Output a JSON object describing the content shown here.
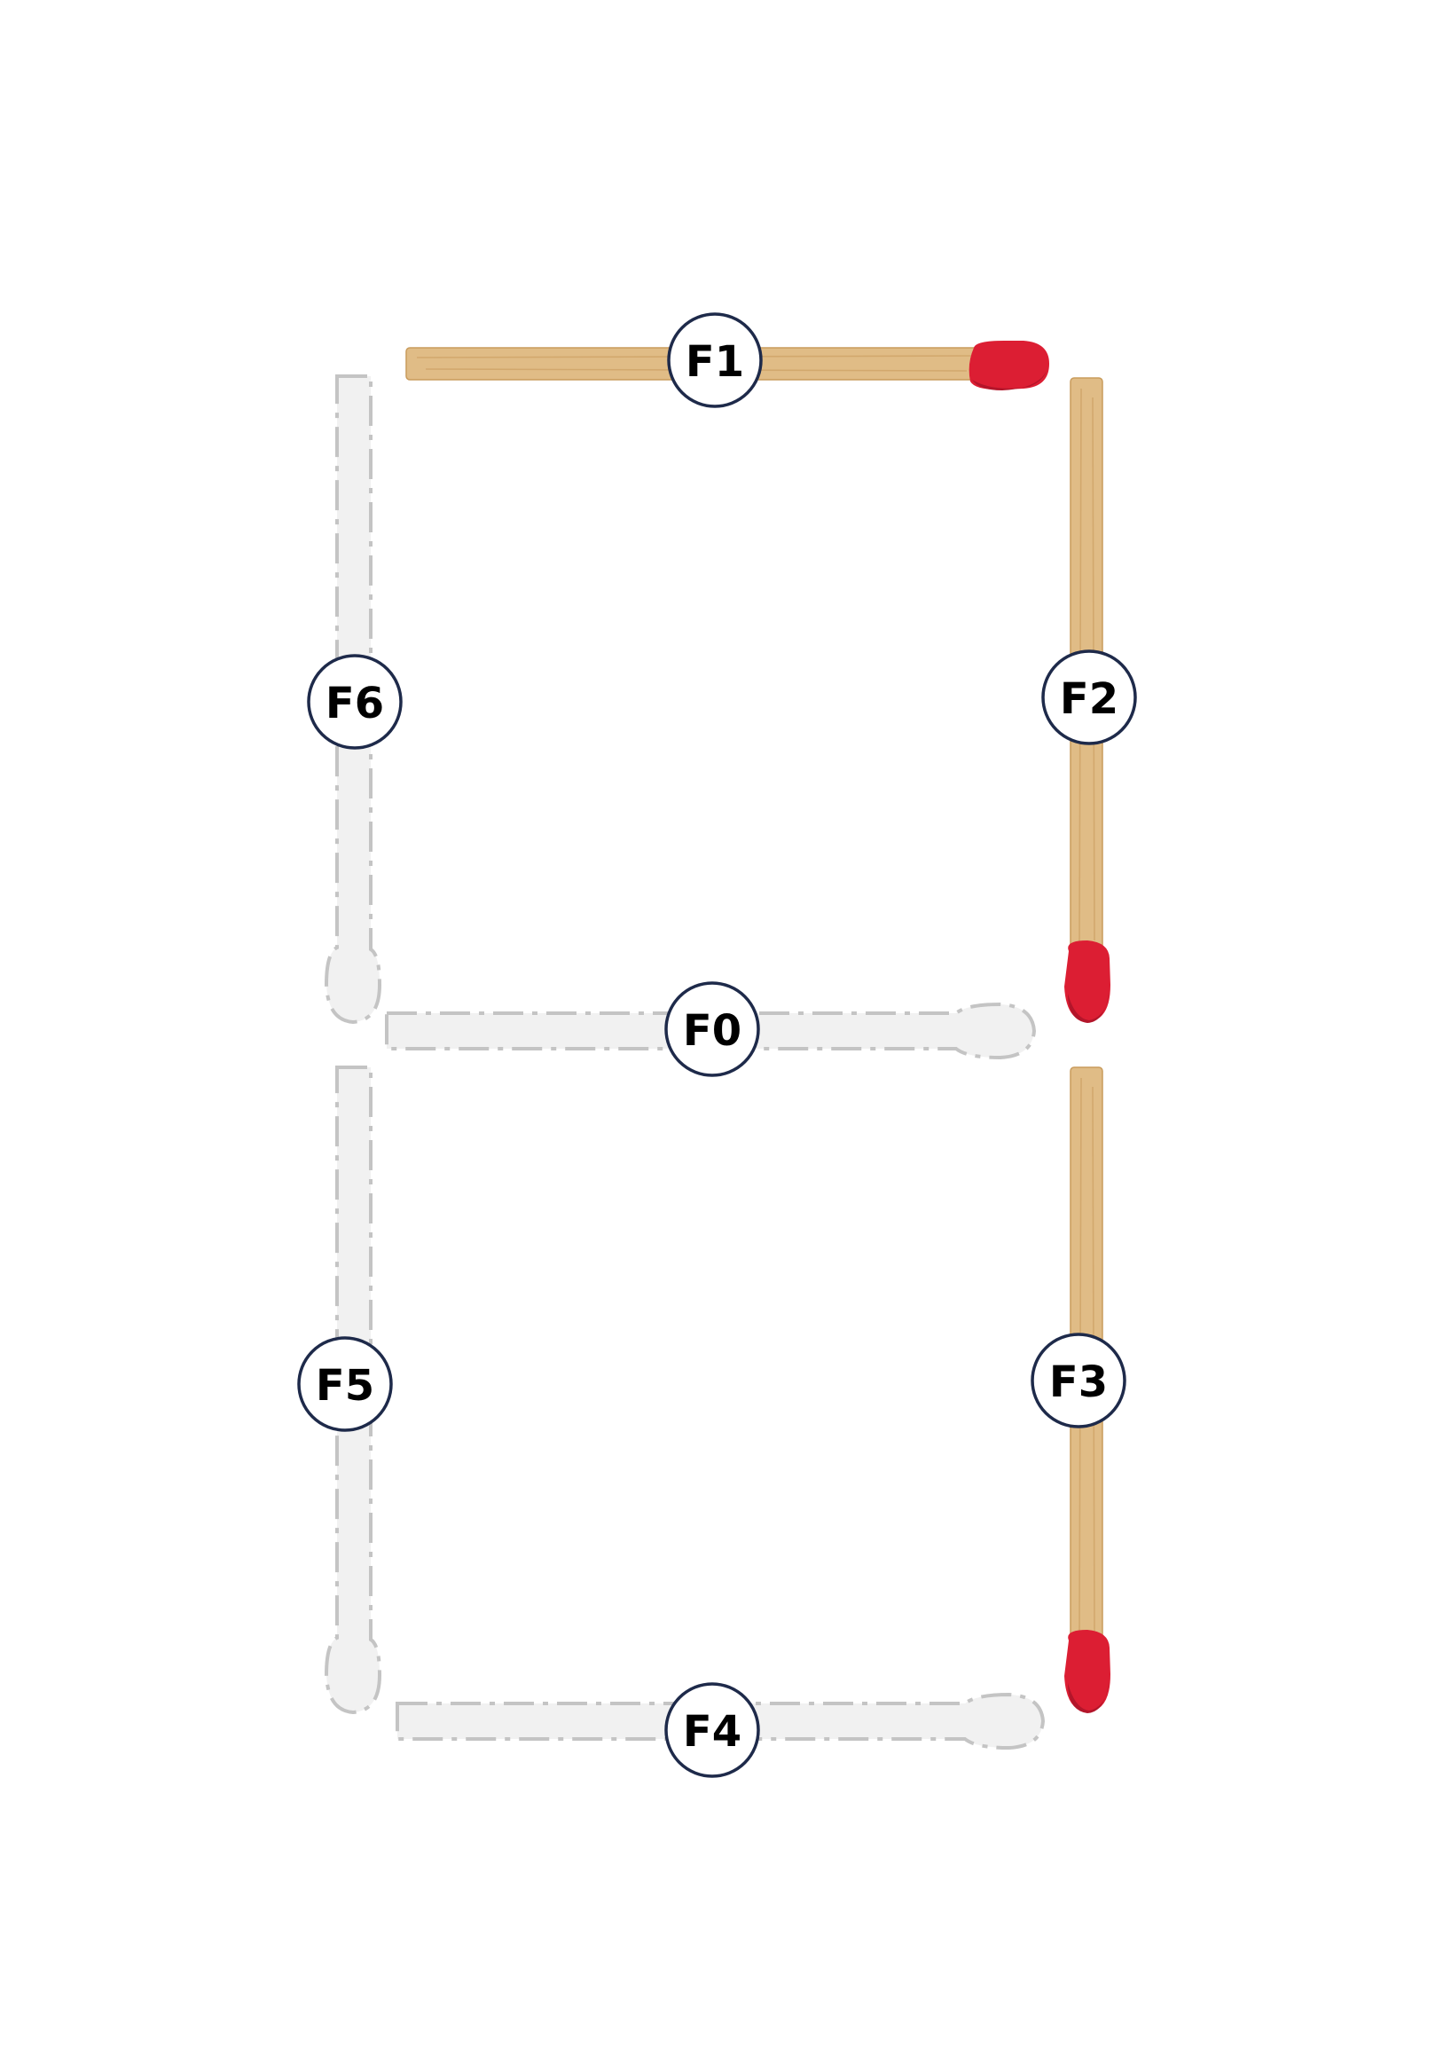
{
  "segments": [
    {
      "id": "F0",
      "label": "F0",
      "state": "empty"
    },
    {
      "id": "F1",
      "label": "F1",
      "state": "match"
    },
    {
      "id": "F2",
      "label": "F2",
      "state": "match"
    },
    {
      "id": "F3",
      "label": "F3",
      "state": "match"
    },
    {
      "id": "F4",
      "label": "F4",
      "state": "empty"
    },
    {
      "id": "F5",
      "label": "F5",
      "state": "empty"
    },
    {
      "id": "F6",
      "label": "F6",
      "state": "empty"
    }
  ],
  "colors": {
    "match_wood": "#e0bc86",
    "match_head": "#dc1e33",
    "empty_fill": "#f1f1f1",
    "empty_outline": "#c4c4c4",
    "label_ring": "#1e2a4a"
  }
}
